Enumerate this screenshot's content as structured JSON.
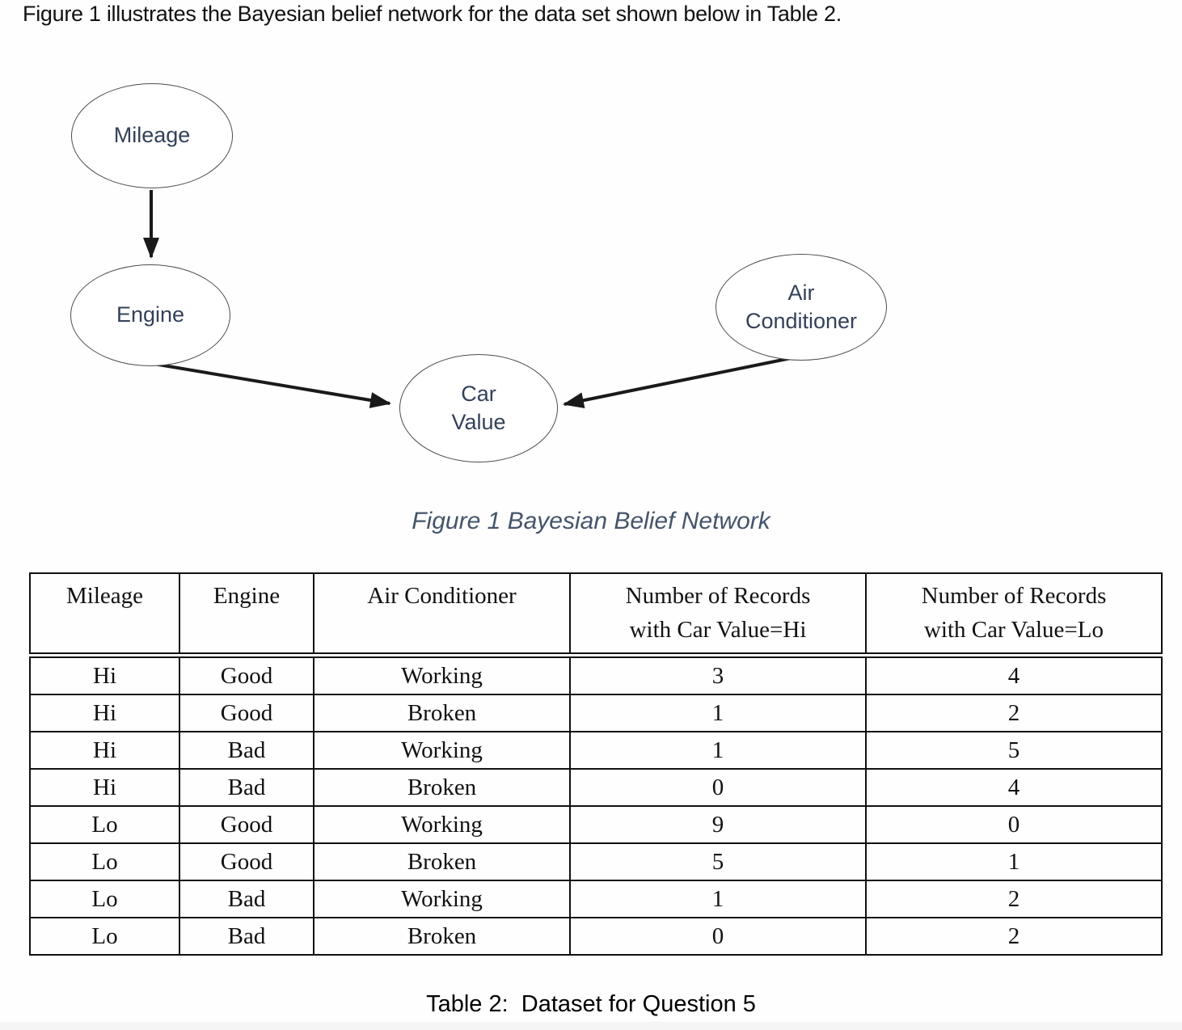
{
  "page": {
    "intro_text": "Figure 1 illustrates the Bayesian belief network for the data set shown below in Table 2.",
    "figure_caption": "Figure 1 Bayesian Belief Network",
    "table_caption": "Table 2:  Dataset for Question 5"
  },
  "diagram": {
    "nodes": [
      {
        "id": "mileage",
        "label": "Mileage"
      },
      {
        "id": "engine",
        "label": "Engine"
      },
      {
        "id": "air_conditioner",
        "label": "Air Conditioner"
      },
      {
        "id": "car_value",
        "label": "Car Value"
      }
    ],
    "edges": [
      {
        "from": "Mileage",
        "to": "Engine"
      },
      {
        "from": "Engine",
        "to": "Car Value"
      },
      {
        "from": "Air Conditioner",
        "to": "Car Value"
      }
    ]
  },
  "table": {
    "headers": [
      [
        "Mileage"
      ],
      [
        "Engine"
      ],
      [
        "Air Conditioner"
      ],
      [
        "Number of Records",
        "with Car Value=Hi"
      ],
      [
        "Number of Records",
        "with Car Value=Lo"
      ]
    ],
    "rows": [
      [
        "Hi",
        "Good",
        "Working",
        "3",
        "4"
      ],
      [
        "Hi",
        "Good",
        "Broken",
        "1",
        "2"
      ],
      [
        "Hi",
        "Bad",
        "Working",
        "1",
        "5"
      ],
      [
        "Hi",
        "Bad",
        "Broken",
        "0",
        "4"
      ],
      [
        "Lo",
        "Good",
        "Working",
        "9",
        "0"
      ],
      [
        "Lo",
        "Good",
        "Broken",
        "5",
        "1"
      ],
      [
        "Lo",
        "Bad",
        "Working",
        "1",
        "2"
      ],
      [
        "Lo",
        "Bad",
        "Broken",
        "0",
        "2"
      ]
    ]
  },
  "colors": {
    "caption_text": "#44546A",
    "node_text": "#34415A",
    "body_text": "#111111",
    "table_border": "#111111"
  }
}
